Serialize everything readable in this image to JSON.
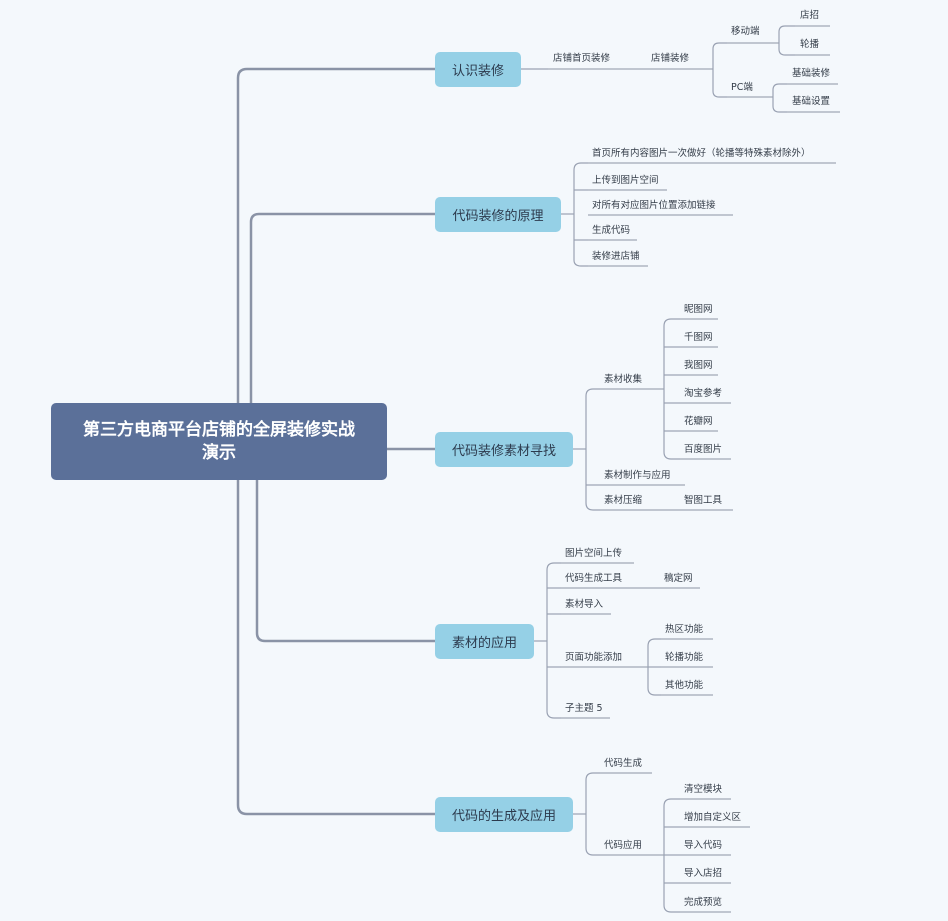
{
  "root": {
    "title": "第三方电商平台店铺的全屏装修实战演示"
  },
  "branches": [
    {
      "label": "认识装修",
      "children": [
        {
          "label": "店铺首页装修",
          "children": [
            {
              "label": "店铺装修",
              "children": [
                {
                  "label": "移动端",
                  "children": [
                    {
                      "label": "店招"
                    },
                    {
                      "label": "轮播"
                    }
                  ]
                },
                {
                  "label": "PC端",
                  "children": [
                    {
                      "label": "基础装修"
                    },
                    {
                      "label": "基础设置"
                    }
                  ]
                }
              ]
            }
          ]
        }
      ]
    },
    {
      "label": "代码装修的原理",
      "children": [
        {
          "label": "首页所有内容图片一次做好（轮播等特殊素材除外）"
        },
        {
          "label": "上传到图片空间"
        },
        {
          "label": "对所有对应图片位置添加链接"
        },
        {
          "label": "生成代码"
        },
        {
          "label": "装修进店铺"
        }
      ]
    },
    {
      "label": "代码装修素材寻找",
      "children": [
        {
          "label": "素材收集",
          "children": [
            {
              "label": "昵图网"
            },
            {
              "label": "千图网"
            },
            {
              "label": "我图网"
            },
            {
              "label": "淘宝参考"
            },
            {
              "label": "花瓣网"
            },
            {
              "label": "百度图片"
            }
          ]
        },
        {
          "label": "素材制作与应用"
        },
        {
          "label": "素材压缩",
          "children": [
            {
              "label": "智图工具"
            }
          ]
        }
      ]
    },
    {
      "label": "素材的应用",
      "children": [
        {
          "label": "图片空间上传"
        },
        {
          "label": "代码生成工具",
          "children": [
            {
              "label": "稿定网"
            }
          ]
        },
        {
          "label": "素材导入"
        },
        {
          "label": "页面功能添加",
          "children": [
            {
              "label": "热区功能"
            },
            {
              "label": "轮播功能"
            },
            {
              "label": "其他功能"
            }
          ]
        },
        {
          "label": "子主题 5"
        }
      ]
    },
    {
      "label": "代码的生成及应用",
      "children": [
        {
          "label": "代码生成"
        },
        {
          "label": "代码应用",
          "children": [
            {
              "label": "清空模块"
            },
            {
              "label": "增加自定义区"
            },
            {
              "label": "导入代码"
            },
            {
              "label": "导入店招"
            },
            {
              "label": "完成预览"
            }
          ]
        }
      ]
    }
  ],
  "colors": {
    "root": "#5b7099",
    "main_topic": "#95d0e6",
    "connector": "#8a93a6",
    "background": "#f4f8fc"
  }
}
